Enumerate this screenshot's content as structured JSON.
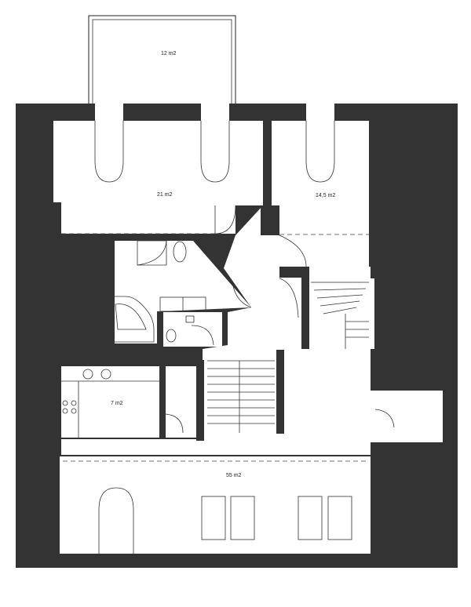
{
  "rooms": {
    "balcony_area": "12 m2",
    "room_large_area": "21 m2",
    "room_right_area": "14,5 m2",
    "kitchen_area": "7 m2",
    "living_area": "55 m2"
  },
  "colors": {
    "wall": "#333333",
    "floor": "#ffffff",
    "line": "#222222"
  }
}
